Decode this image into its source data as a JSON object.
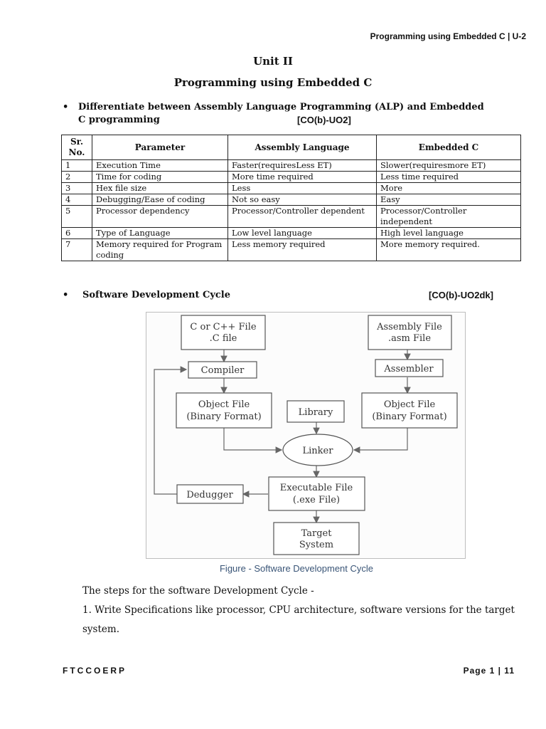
{
  "header": {
    "running_head": "Programming using Embedded C | U-2"
  },
  "title": {
    "unit": "Unit II",
    "main": "Programming using Embedded C"
  },
  "section1": {
    "heading_line1": "Differentiate between Assembly Language Programming (ALP) and Embedded",
    "heading_line2": "C programming",
    "co": "[CO(b)-UO2]"
  },
  "table": {
    "headers": [
      "Sr.\nNo.",
      "Parameter",
      "Assembly Language",
      "Embedded C"
    ],
    "rows": [
      [
        "1",
        "Execution Time",
        "Faster(requiresLess ET)",
        "Slower(requiresmore ET)"
      ],
      [
        "2",
        "Time for coding",
        "More time required",
        "Less time required"
      ],
      [
        "3",
        "Hex file size",
        "Less",
        "More"
      ],
      [
        "4",
        "Debugging/Ease of coding",
        "Not so easy",
        "Easy"
      ],
      [
        "5",
        "Processor dependency",
        "Processor/Controller dependent",
        "Processor/Controller independent"
      ],
      [
        "6",
        "Type of Language",
        "Low level language",
        "High level language"
      ],
      [
        "7",
        "Memory required for Program coding",
        "Less memory required",
        "More memory required."
      ]
    ]
  },
  "section2": {
    "heading": "Software Development Cycle",
    "co": "[CO(b)-UO2dk]"
  },
  "figure": {
    "nodes": {
      "c_file_l1": "C or C++ File",
      "c_file_l2": ".C file",
      "asm_file_l1": "Assembly File",
      "asm_file_l2": ".asm File",
      "compiler": "Compiler",
      "assembler": "Assembler",
      "obj_left_l1": "Object File",
      "obj_left_l2": "(Binary Format)",
      "library": "Library",
      "obj_right_l1": "Object File",
      "obj_right_l2": "(Binary Format)",
      "linker": "Linker",
      "debugger": "Dedugger",
      "exe_l1": "Executable File",
      "exe_l2": "(.exe File)",
      "target_l1": "Target",
      "target_l2": "System"
    },
    "caption": "Figure - Software Development Cycle"
  },
  "body": {
    "intro": "The steps for the software Development Cycle -",
    "step1": "1. Write Specifications like processor, CPU architecture, software versions for the target system."
  },
  "footer": {
    "left": "FTCCOERP",
    "right": "Page 1 | 11"
  }
}
